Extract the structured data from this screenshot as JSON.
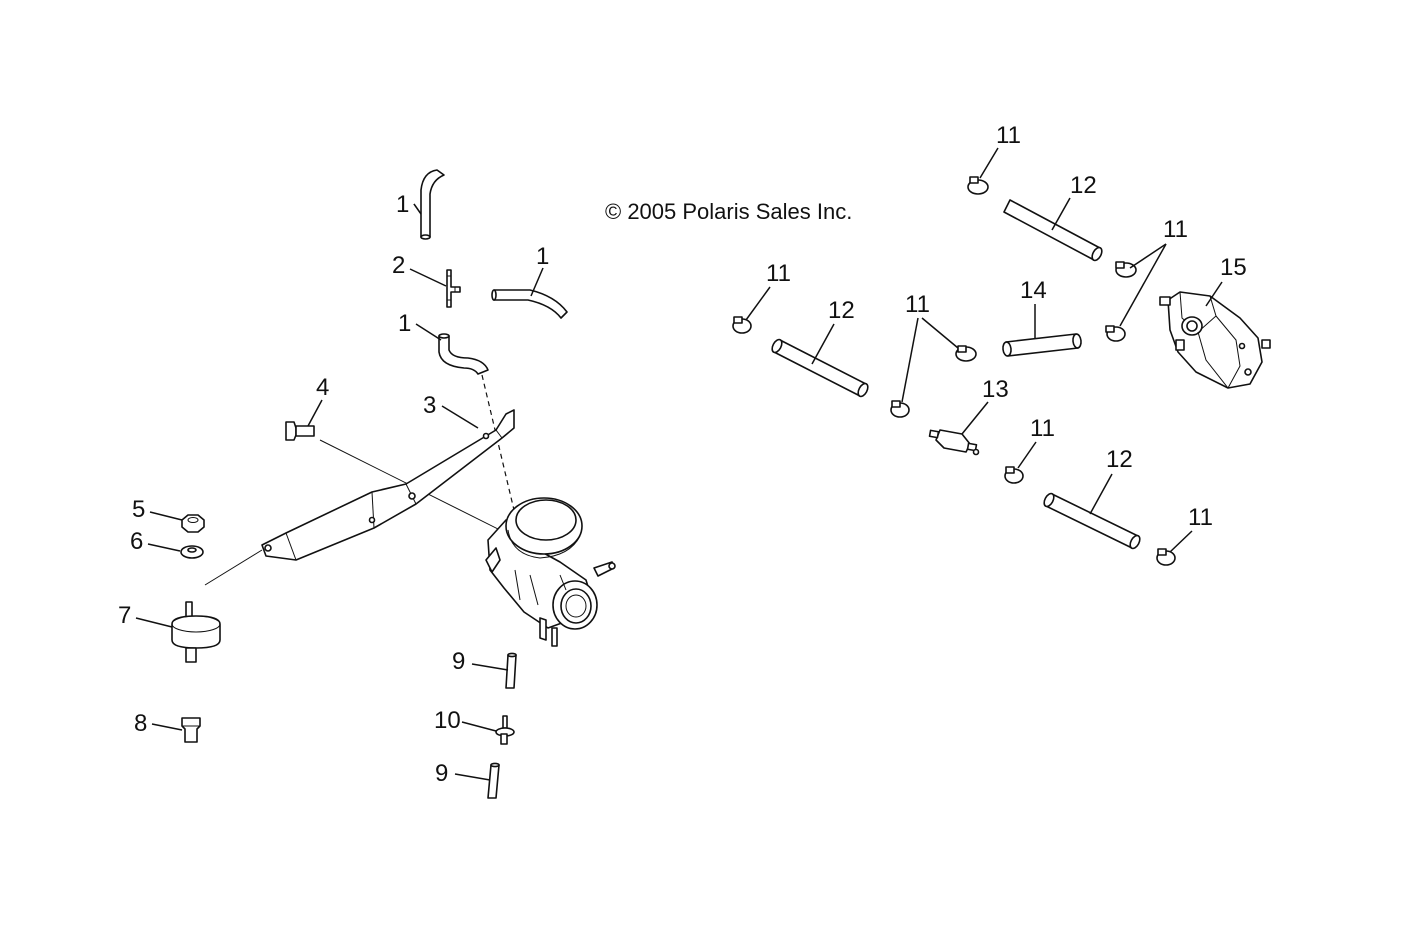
{
  "diagram": {
    "copyright": "© 2005 Polaris Sales Inc.",
    "callouts": {
      "c1a": "1",
      "c1b": "1",
      "c1c": "1",
      "c2": "2",
      "c3": "3",
      "c4": "4",
      "c5": "5",
      "c6": "6",
      "c7": "7",
      "c8": "8",
      "c9a": "9",
      "c9b": "9",
      "c10": "10",
      "c11a": "11",
      "c11b": "11",
      "c11c": "11",
      "c11d": "11",
      "c11e": "11",
      "c11f": "11",
      "c12a": "12",
      "c12b": "12",
      "c12c": "12",
      "c13": "13",
      "c14": "14",
      "c15": "15"
    }
  }
}
